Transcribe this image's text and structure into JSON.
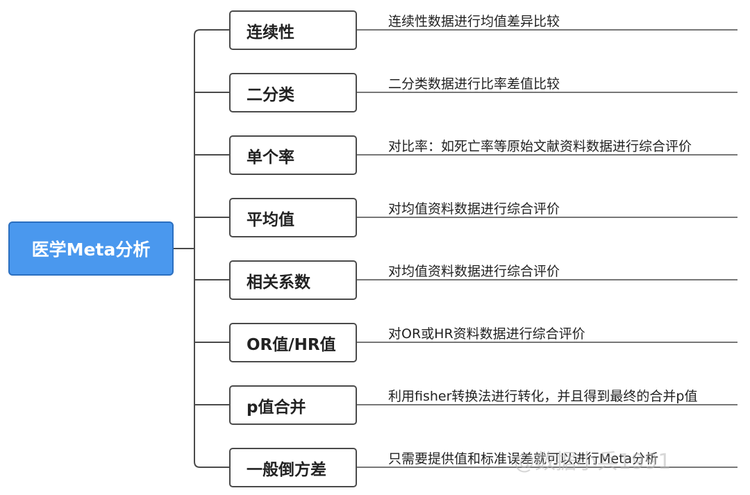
{
  "root": {
    "label": "医学Meta分析"
  },
  "branches": [
    {
      "label": "连续性",
      "desc": "连续性数据进行均值差异比较"
    },
    {
      "label": "二分类",
      "desc": "二分类数据进行比率差值比较"
    },
    {
      "label": "单个率",
      "desc": "对比率：如死亡率等原始文献资料数据进行综合评价"
    },
    {
      "label": "平均值",
      "desc": "对均值资料数据进行综合评价"
    },
    {
      "label": "相关系数",
      "desc": "对均值资料数据进行综合评价"
    },
    {
      "label": "OR值/HR值",
      "desc": "对OR或HR资料数据进行综合评价"
    },
    {
      "label": "p值合并",
      "desc": "利用fisher转换法进行转化，并且得到最终的合并p值"
    },
    {
      "label": "一般倒方差",
      "desc": "只需要提供值和标准误差就可以进行Meta分析"
    }
  ],
  "watermark": "@数据小兵1991",
  "colors": {
    "root_fill": "#4a98ee",
    "root_border": "#2b6fc0",
    "line": "#4a4a4a"
  }
}
